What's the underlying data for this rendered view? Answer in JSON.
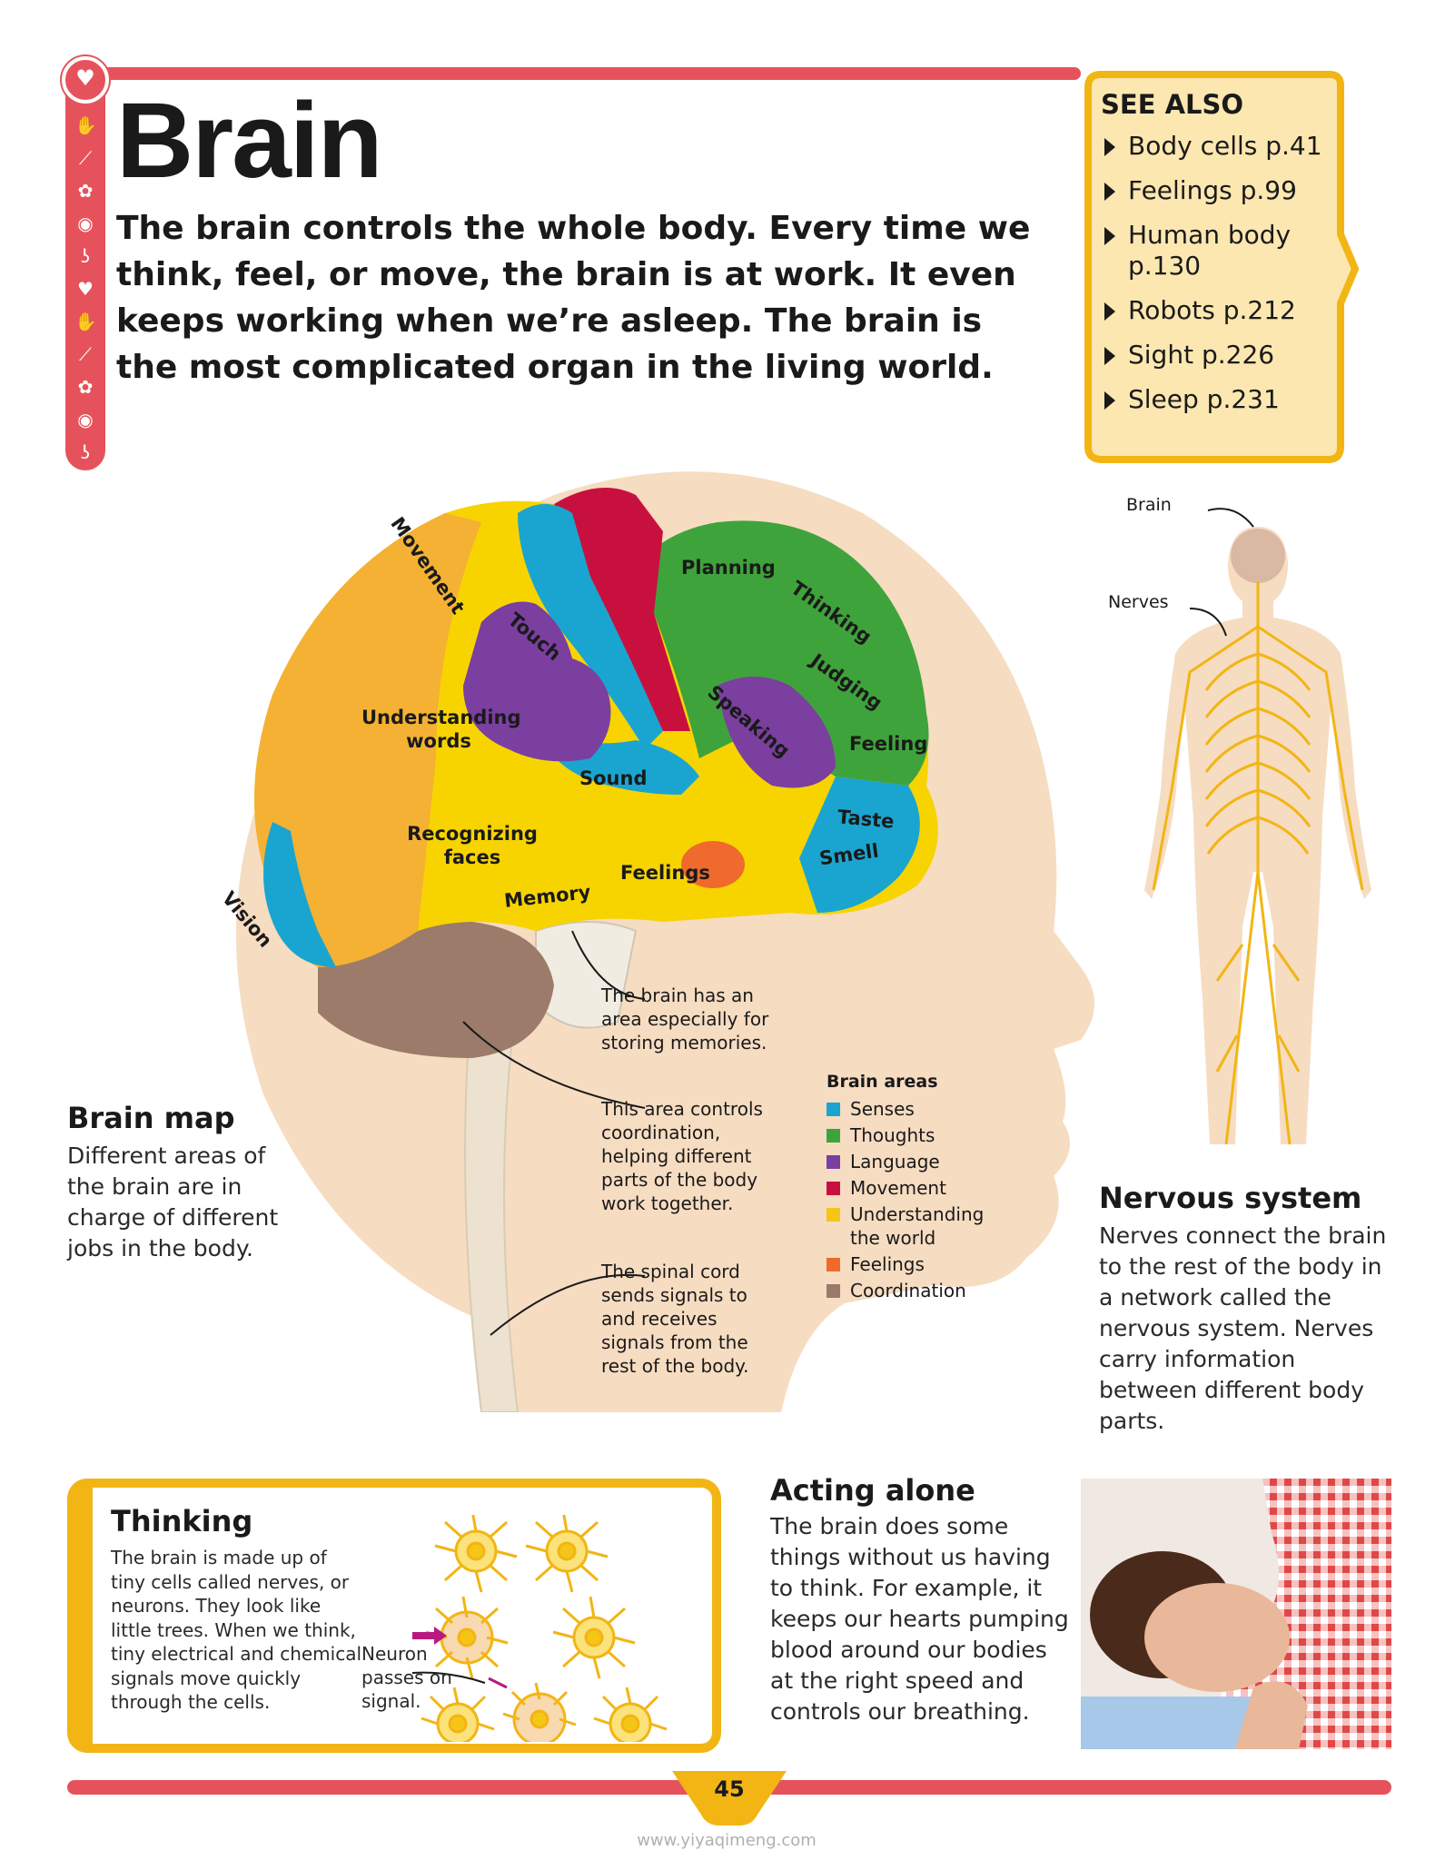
{
  "page": {
    "title": "Brain",
    "intro": "The brain controls the whole body. Every time we think, feel, or move, the brain is at work. It even keeps working when we’re asleep. The brain is the most complicated organ in the living world.",
    "number": "45"
  },
  "see_also": {
    "title": "SEE ALSO",
    "items": [
      {
        "label": "Body cells p.41"
      },
      {
        "label": "Feelings p.99"
      },
      {
        "label": "Human body p.130"
      },
      {
        "label": "Robots p.212"
      },
      {
        "label": "Sight p.226"
      },
      {
        "label": "Sleep p.231"
      }
    ]
  },
  "brain_map": {
    "region_labels": {
      "movement": "Movement",
      "planning": "Planning",
      "thinking": "Thinking",
      "touch": "Touch",
      "judging": "Judging",
      "speaking": "Speaking",
      "understanding_words": "Understanding words",
      "feeling": "Feeling",
      "sound": "Sound",
      "taste": "Taste",
      "recognizing_faces": "Recognizing faces",
      "smell": "Smell",
      "feelings": "Feelings",
      "memory": "Memory",
      "vision": "Vision"
    },
    "callouts": {
      "memory": "The brain has an area especially for storing memories.",
      "coordination": "This area controls coordination, helping different parts of the body work together.",
      "spinal_cord": "The spinal cord sends signals to and receives signals from the rest of the body."
    },
    "title": "Brain map",
    "text": "Different areas of the brain are in charge of different jobs in the body."
  },
  "legend": {
    "title": "Brain areas",
    "items": [
      {
        "label": "Senses",
        "color": "#1aa5d0"
      },
      {
        "label": "Thoughts",
        "color": "#3fa33c"
      },
      {
        "label": "Language",
        "color": "#7b3fa0"
      },
      {
        "label": "Movement",
        "color": "#c8103f"
      },
      {
        "label": "Understanding the world",
        "color": "#f5c518"
      },
      {
        "label": "Feelings",
        "color": "#ef6a2c"
      },
      {
        "label": "Coordination",
        "color": "#9a7a6a"
      }
    ]
  },
  "nervous_system": {
    "figure_labels": {
      "brain": "Brain",
      "nerves": "Nerves"
    },
    "title": "Nervous system",
    "text": "Nerves connect the brain to the rest of the body in a network called the nervous system. Nerves carry information between different body parts."
  },
  "thinking": {
    "title": "Thinking",
    "text": "The brain is made up of tiny cells called nerves, or neurons. They look like little trees. When we think, tiny electrical and chemical signals move quickly through the cells.",
    "neuron_note": "Neuron passes on signal."
  },
  "acting_alone": {
    "title": "Acting alone",
    "text": "The brain does some things without us having to think. For example, it keeps our hearts pumping blood around our bodies at the right speed and controls our breathing."
  },
  "watermark": "www.yiyaqimeng.com",
  "colors": {
    "accent_red": "#e6525c",
    "accent_yellow": "#f2b514",
    "see_also_fill": "#fde7b0",
    "skin": "#f6dcc1"
  },
  "icons": [
    "heart-icon",
    "hand-icon",
    "bone-icon",
    "brain-icon",
    "eye-icon",
    "ear-icon"
  ]
}
